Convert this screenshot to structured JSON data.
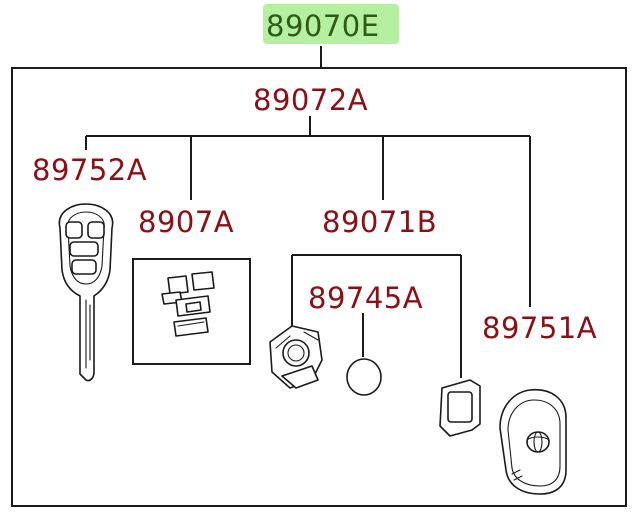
{
  "diagram": {
    "assembly_label": "89070E",
    "highlight_color": "#b4f0a0",
    "label_color": "#8b0f14",
    "parts": {
      "main_set": "89072A",
      "key_blade": "89752A",
      "button_set": "8907A",
      "transmitter_set": "89071B",
      "battery": "89745A",
      "key_head": "89751A"
    }
  }
}
